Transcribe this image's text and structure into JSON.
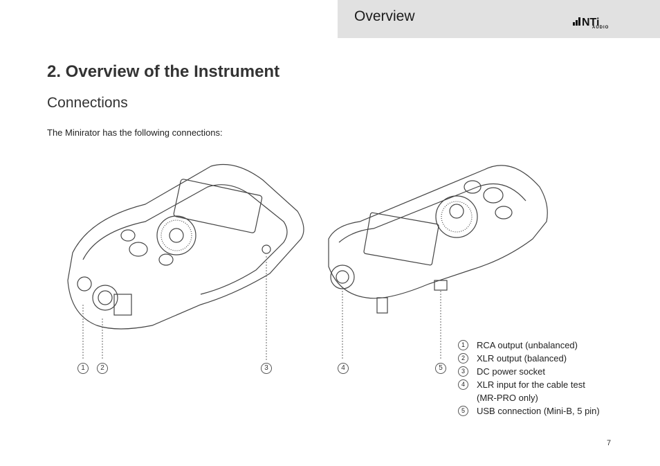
{
  "header": {
    "title": "Overview",
    "logo_text": "NTi",
    "logo_sub": "AUDIO"
  },
  "page_title": "2. Overview of the Instrument",
  "section_title": "Connections",
  "intro": "The Minirator has the following connections:",
  "callouts": [
    "1",
    "2",
    "3",
    "4",
    "5"
  ],
  "legend": [
    {
      "num": "1",
      "label": "RCA output (unbalanced)"
    },
    {
      "num": "2",
      "label": "XLR output (balanced)"
    },
    {
      "num": "3",
      "label": "DC power socket"
    },
    {
      "num": "4",
      "label": "XLR input for the cable test",
      "label2": "(MR-PRO only)"
    },
    {
      "num": "5",
      "label": "USB connection (Mini-B, 5 pin)"
    }
  ],
  "page_number": "7"
}
